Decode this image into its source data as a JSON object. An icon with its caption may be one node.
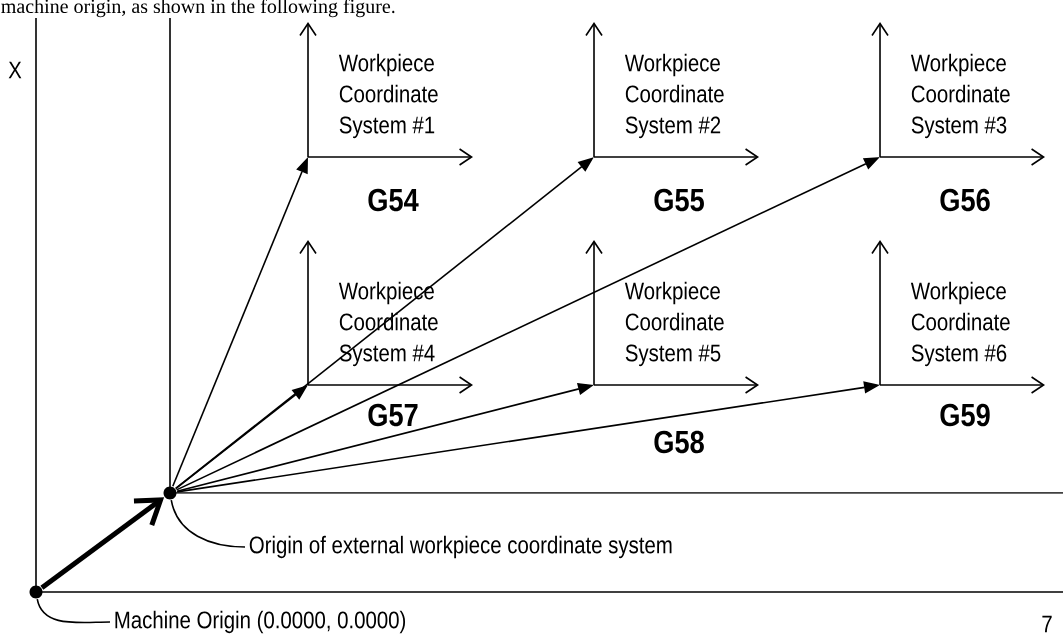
{
  "diagram": {
    "nodes": [
      {
        "text": [
          "Workpiece Coordinate System #1"
        ],
        "beside": [
          "G54"
        ]
      },
      {
        "text": [
          "Workpiece Coordinate System #2"
        ],
        "beside": [
          "G55"
        ]
      },
      {
        "text": [
          "Workpiece Coordinate System #3"
        ],
        "beside": [
          "G56"
        ]
      },
      {
        "text": [
          "Workpiece Coordinate System #4"
        ],
        "beside": [
          "G57"
        ]
      },
      {
        "text": [
          "Workpiece Coordinate System #5"
        ],
        "beside": [
          "G58"
        ]
      },
      {
        "text": [
          "Workpiece Coordinate System #6"
        ],
        "beside": [
          "G59"
        ]
      },
      {
        "text": [],
        "shape": "circle"
      },
      {
        "text": [
          "Origin of external workpiece coordinate system"
        ]
      },
      {
        "text": [],
        "shape": "circle"
      },
      {
        "text": [
          "Machine Origin (0.0000, 0.0000)"
        ]
      }
    ],
    "edges": [
      {
        "from": 8,
        "to": 6,
        "arrow": "to",
        "style": "thick"
      },
      {
        "from": 6,
        "to": 0,
        "arrow": "to"
      },
      {
        "from": 6,
        "to": 1,
        "arrow": "to"
      },
      {
        "from": 6,
        "to": 2,
        "arrow": "to"
      },
      {
        "from": 6,
        "to": 3,
        "arrow": "to"
      },
      {
        "from": 6,
        "to": 4,
        "arrow": "to"
      },
      {
        "from": 6,
        "to": 5,
        "arrow": "to"
      },
      {
        "from": 7,
        "to": 6,
        "arrow": "none"
      },
      {
        "from": 9,
        "to": 8,
        "arrow": "none"
      }
    ],
    "labels": [
      "machine origin, as shown in the following figure.",
      "X",
      "7"
    ]
  }
}
